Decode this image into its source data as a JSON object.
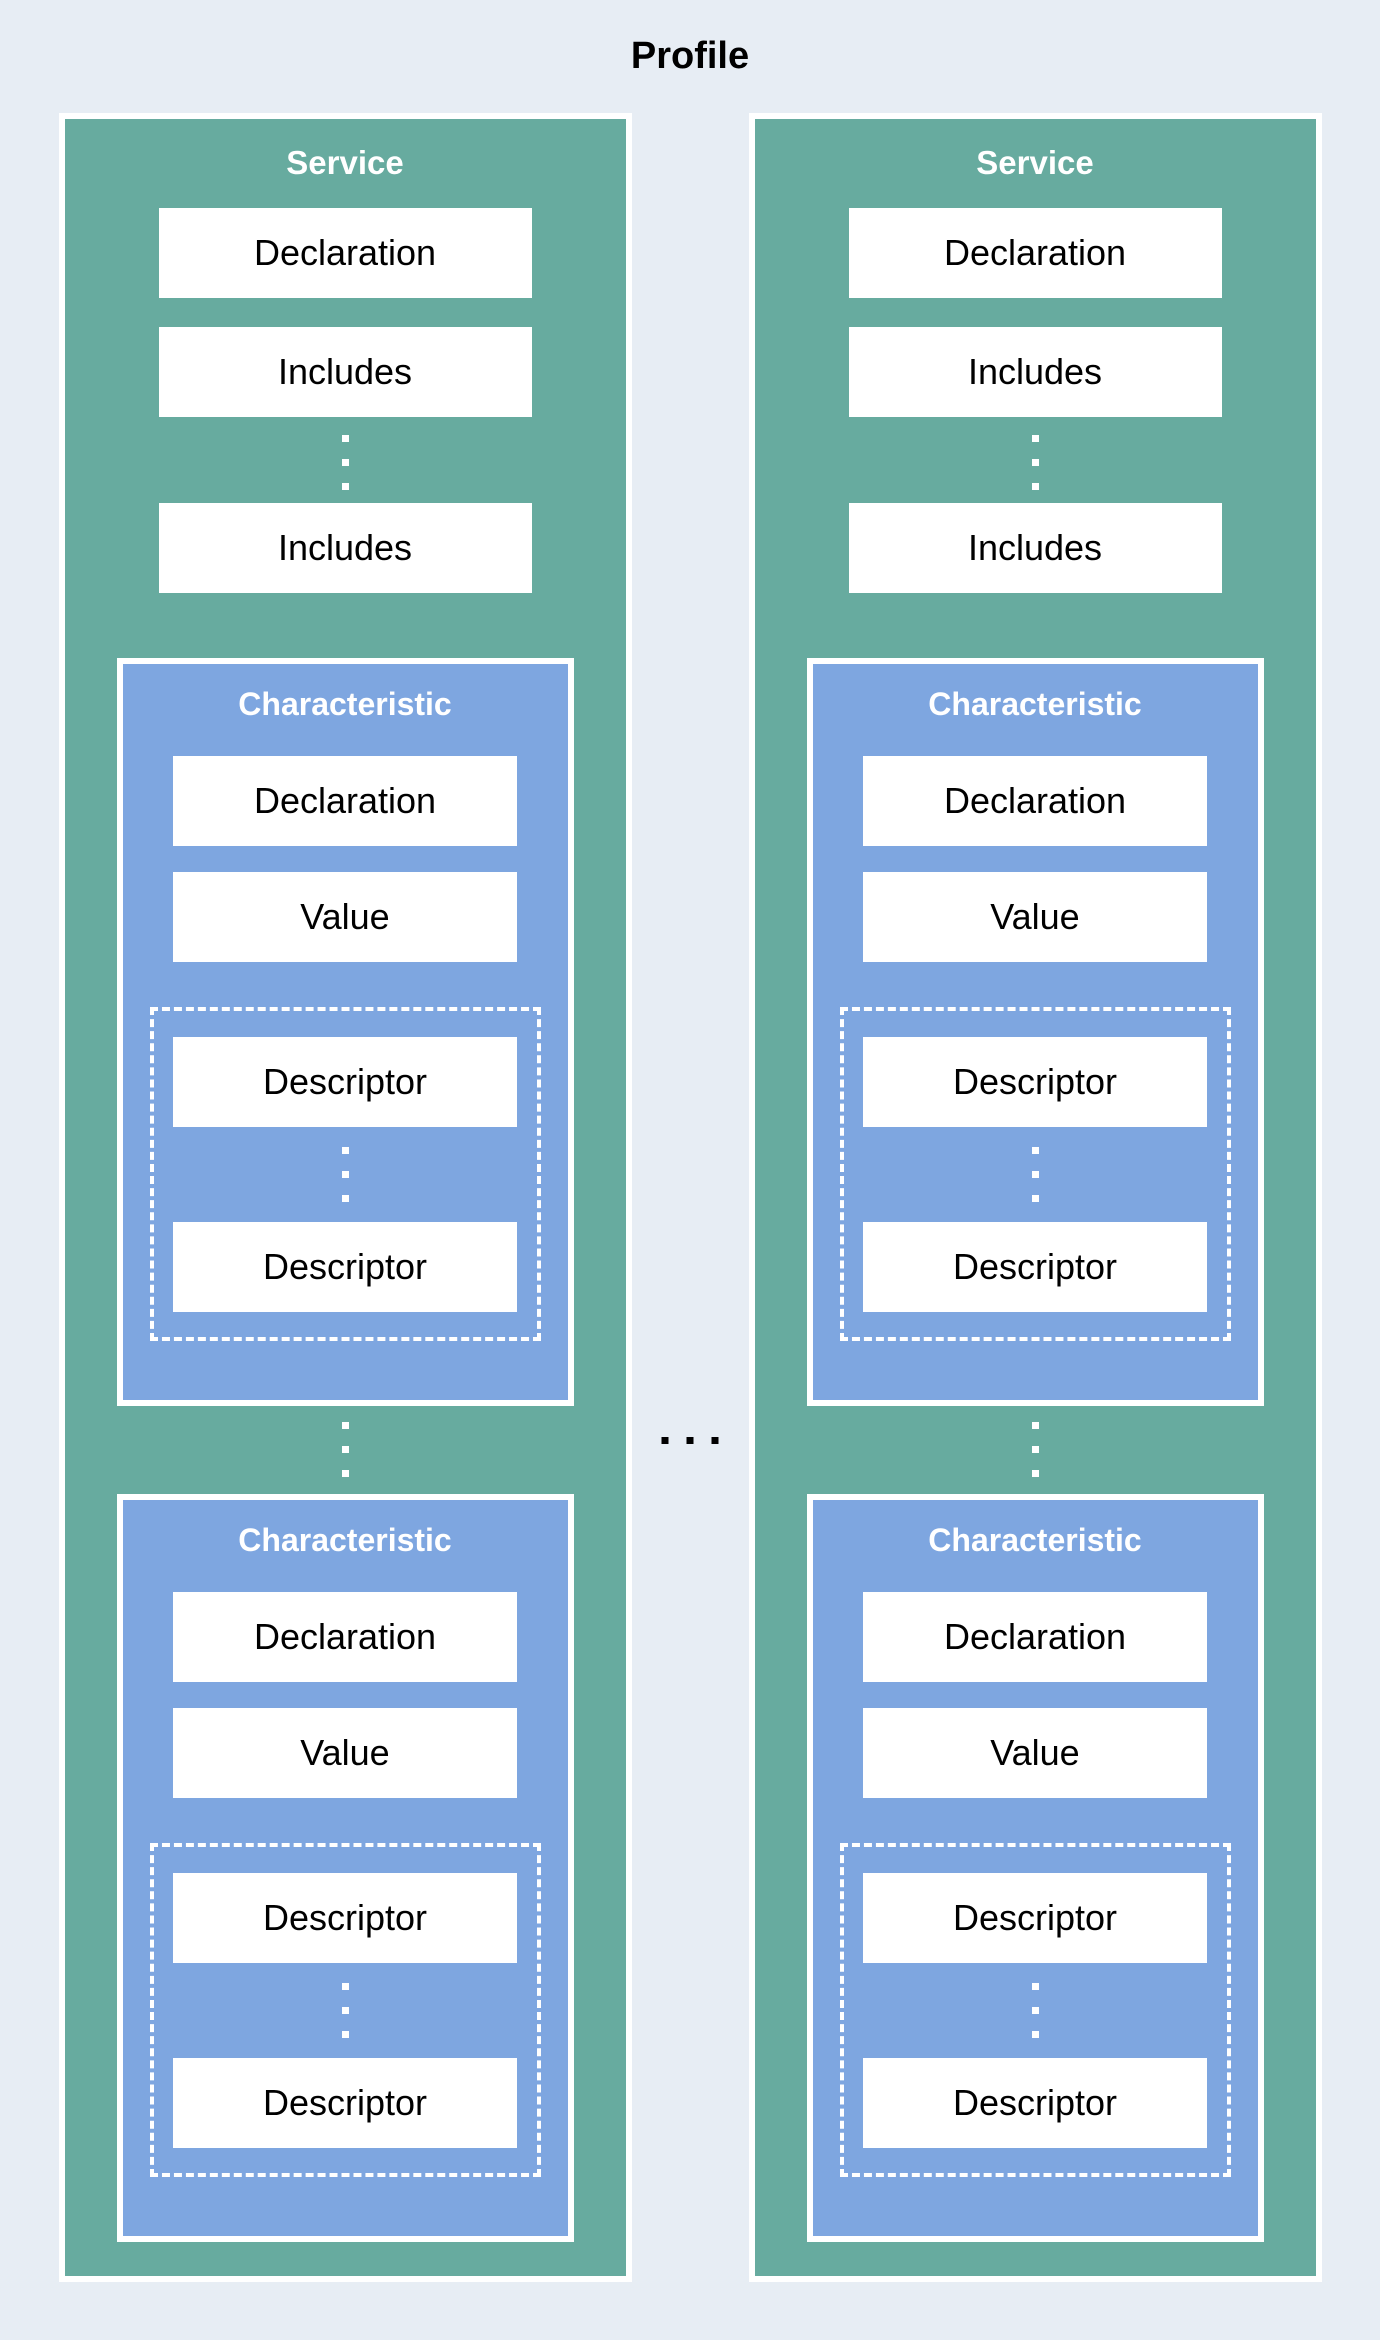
{
  "page": {
    "title": "Profile"
  },
  "services": [
    {
      "title": "Service",
      "declaration": "Declaration",
      "includes": [
        "Includes",
        "Includes"
      ],
      "characteristics": [
        {
          "title": "Characteristic",
          "declaration": "Declaration",
          "value": "Value",
          "descriptors": [
            "Descriptor",
            "Descriptor"
          ]
        },
        {
          "title": "Characteristic",
          "declaration": "Declaration",
          "value": "Value",
          "descriptors": [
            "Descriptor",
            "Descriptor"
          ]
        }
      ]
    },
    {
      "title": "Service",
      "declaration": "Declaration",
      "includes": [
        "Includes",
        "Includes"
      ],
      "characteristics": [
        {
          "title": "Characteristic",
          "declaration": "Declaration",
          "value": "Value",
          "descriptors": [
            "Descriptor",
            "Descriptor"
          ]
        },
        {
          "title": "Characteristic",
          "declaration": "Declaration",
          "value": "Value",
          "descriptors": [
            "Descriptor",
            "Descriptor"
          ]
        }
      ]
    }
  ],
  "colors": {
    "background": "#E7EDF4",
    "service_fill": "#67AB9F",
    "characteristic_fill": "#7EA6E0",
    "box_fill": "#FFFFFF",
    "title_text": "#000000",
    "header_text": "#FFFFFF",
    "label_text": "#000000",
    "ellipsis_light": "#FFFFFF",
    "ellipsis_dark": "#000000"
  }
}
